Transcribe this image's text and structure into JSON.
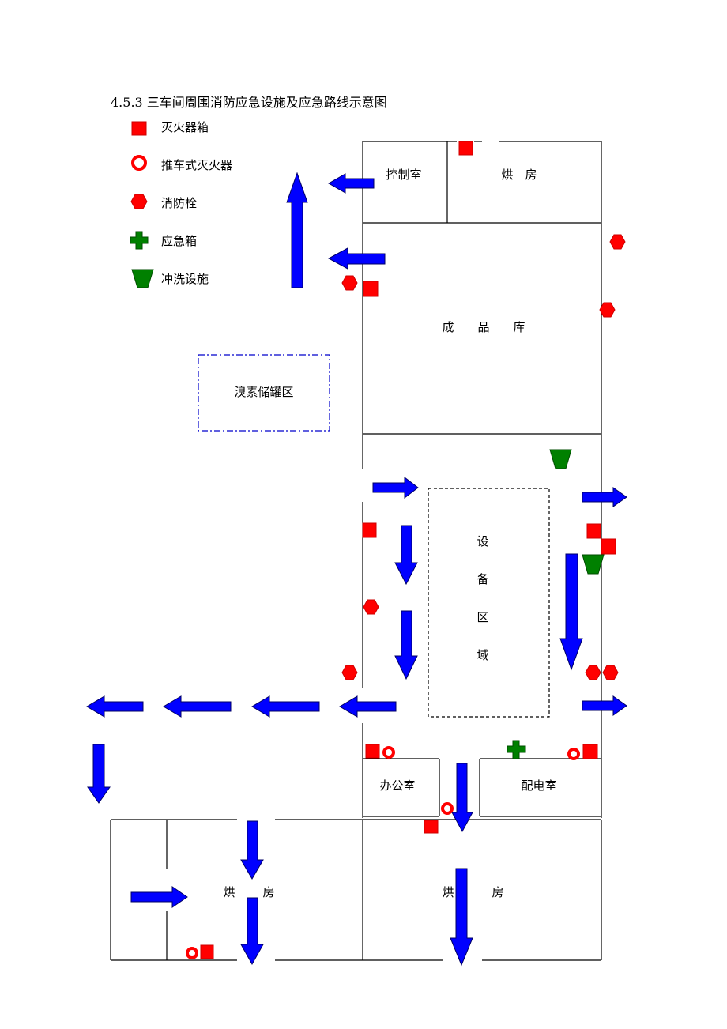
{
  "title": "4.5.3 三车间周围消防应急设施及应急路线示意图",
  "legend": {
    "extinguisher_box": "灭火器箱",
    "cart_extinguisher": "推车式灭火器",
    "hydrant": "消防栓",
    "emergency_box": "应急箱",
    "wash_facility": "冲洗设施"
  },
  "rooms": {
    "control_room": "控制室",
    "drying_top": "烘　房",
    "product_store": "成　　品　　库",
    "bromine_tank_area": "溴素储罐区",
    "equipment_chars": [
      "设",
      "备",
      "区",
      "域"
    ],
    "office": "办公室",
    "power_room": "配电室",
    "drying_bottom_left_a": "烘",
    "drying_bottom_left_b": "房",
    "drying_bottom_right_a": "烘",
    "drying_bottom_right_b": "房"
  },
  "colors": {
    "extinguisher": "#ff0000",
    "hydrant": "#ff0000",
    "emergency_box": "#008000",
    "wash_facility": "#008000",
    "route_arrow": "#0000ff",
    "tank_area_border": "#0000cc",
    "wall": "#000000"
  }
}
